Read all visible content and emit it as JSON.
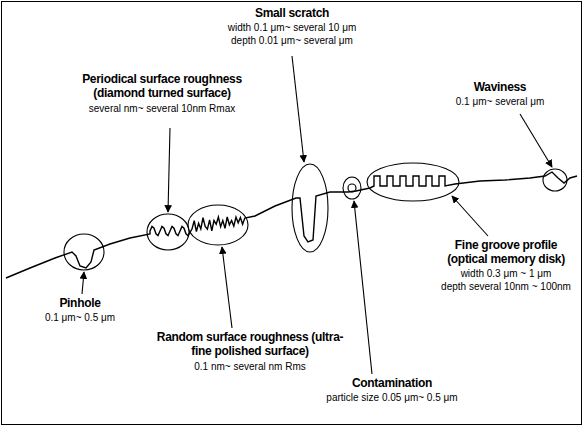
{
  "diagram": {
    "labels": [
      "Small scratch",
      "width 0.1 μm~ several 10 μm",
      "depth 0.01 μm~ several μm",
      "Periodical surface roughness (diamond turned surface)",
      "several nm~ several 10nm Rmax",
      "Waviness",
      "0.1 μm~ several μm",
      "Fine groove profile (optical memory disk)",
      "width 0.3 μm ~ 1 μm",
      "depth several 10nm ~ 100nm",
      "Pinhole",
      "0.1 μm~ 0.5 μm",
      "Random surface roughness (ultra-fine polished surface)",
      "0.1 nm~ several nm Rms",
      "Contamination",
      "particle size 0.05 μm~ 0.5 μm"
    ]
  }
}
